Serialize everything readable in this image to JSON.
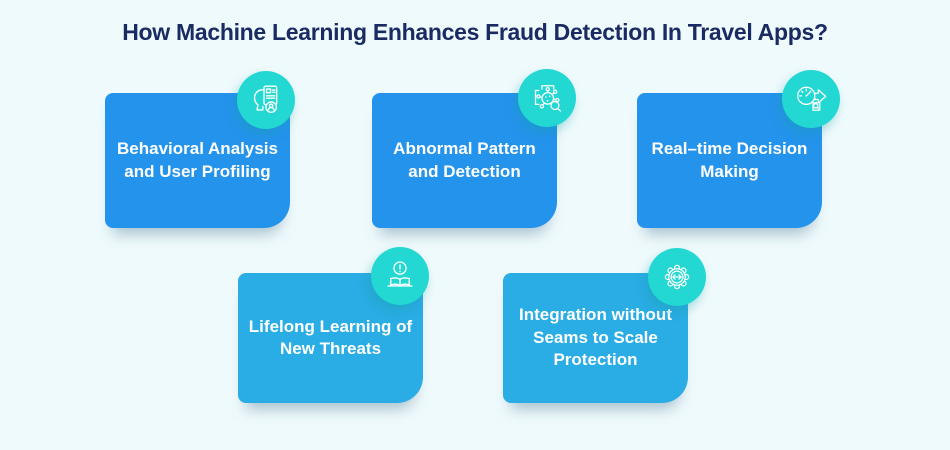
{
  "title": "How Machine Learning Enhances Fraud Detection In Travel Apps?",
  "cards": [
    {
      "label": "Behavioral Analysis and User Profiling",
      "icon": "user-profiling-icon"
    },
    {
      "label": "Abnormal Pattern and Detection",
      "icon": "anomaly-detection-icon"
    },
    {
      "label": "Real–time Decision Making",
      "icon": "realtime-gauge-arrow-icon"
    },
    {
      "label": "Lifelong Learning of New Threats",
      "icon": "learning-book-alert-icon"
    },
    {
      "label": "Integration without Seams to Scale Protection",
      "icon": "integration-gear-icon"
    }
  ],
  "colors": {
    "background": "#EFFAFC",
    "card_top_row": "#2493EC",
    "card_bottom_row": "#2AACE4",
    "icon_badge": "#23D8D2",
    "title_text": "#1A2B63",
    "card_text": "#FFFFFF"
  }
}
